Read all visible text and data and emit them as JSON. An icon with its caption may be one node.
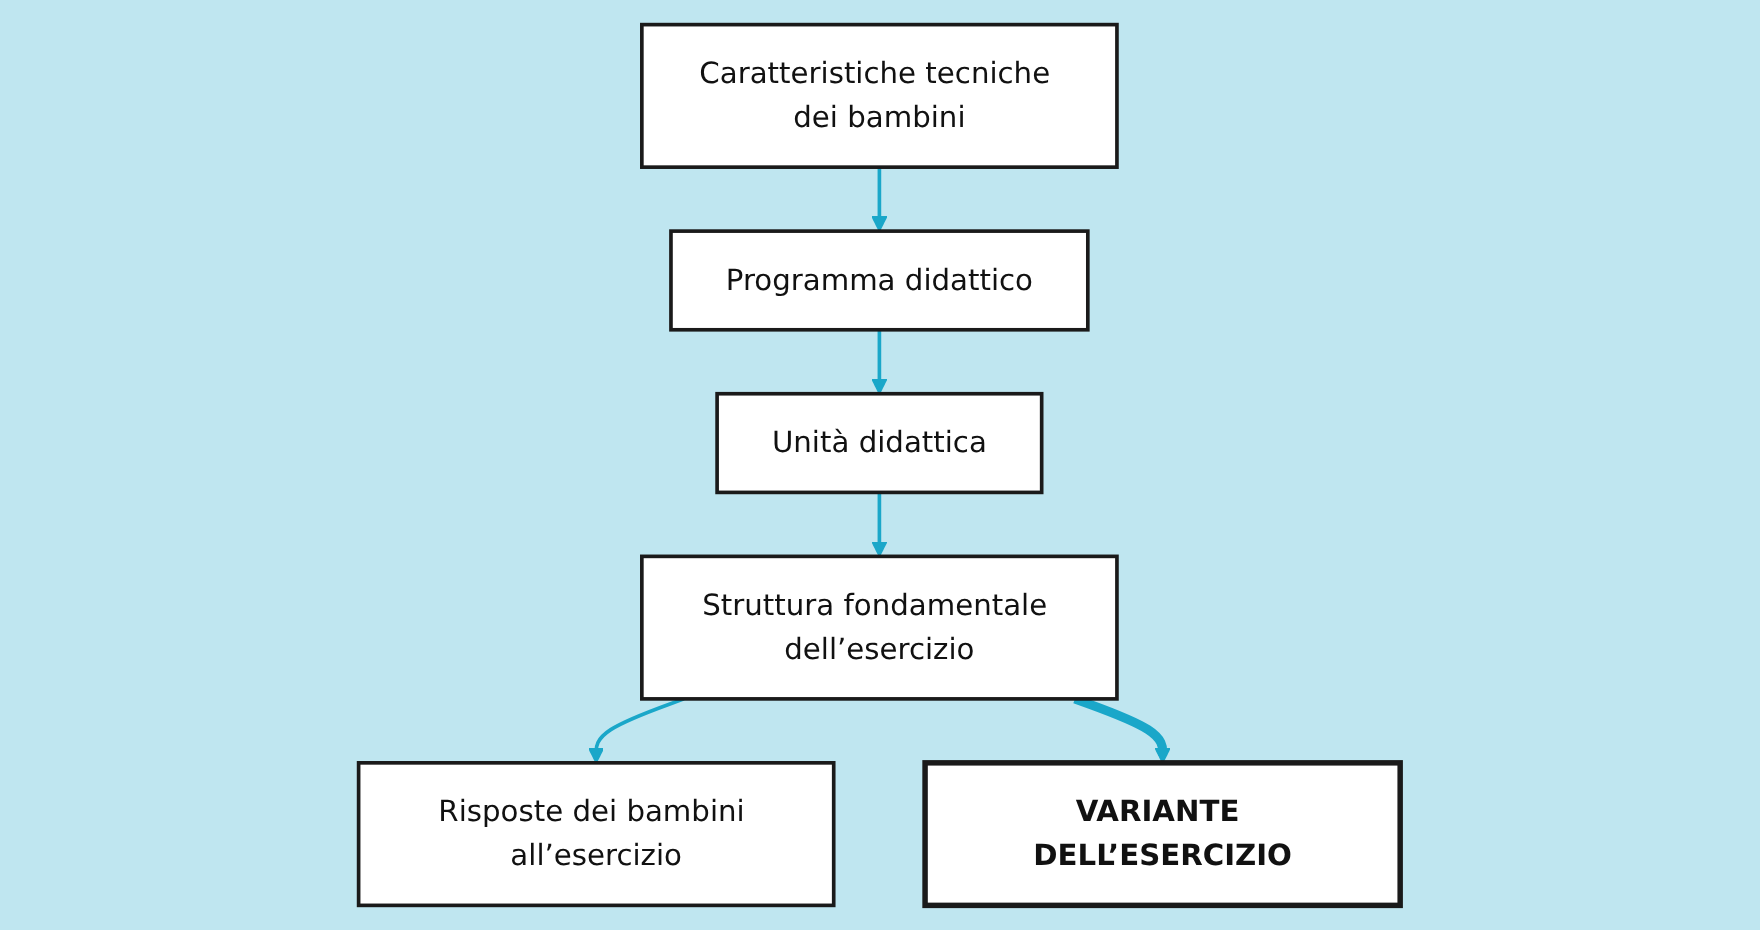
{
  "diagram": {
    "nodes": [
      {
        "text": [
          "Caratteristiche tecniche dei bambini"
        ]
      },
      {
        "text": [
          "Programma didattico"
        ]
      },
      {
        "text": [
          "Unità didattica"
        ]
      },
      {
        "text": [
          "Struttura fondamentale dell’esercizio"
        ]
      },
      {
        "text": [
          "Risposte dei bambini all’esercizio"
        ]
      },
      {
        "text": [
          "VARIANTE DELL’ESERCIZIO"
        ]
      }
    ],
    "edges": [
      {
        "from": 0,
        "to": 1,
        "arrow": "to"
      },
      {
        "from": 1,
        "to": 2,
        "arrow": "to"
      },
      {
        "from": 2,
        "to": 3,
        "arrow": "to"
      },
      {
        "from": 3,
        "to": 4,
        "arrow": "to"
      },
      {
        "from": 3,
        "to": 5,
        "arrow": "to",
        "style": "thick"
      }
    ]
  }
}
